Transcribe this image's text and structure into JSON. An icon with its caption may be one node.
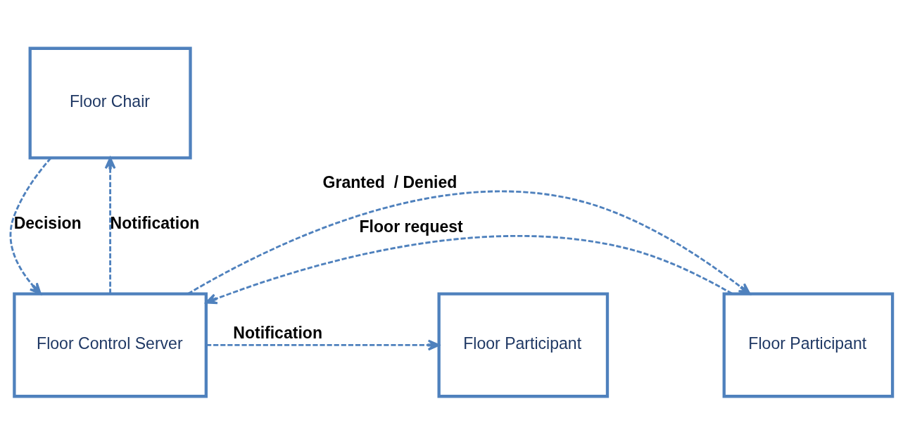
{
  "diagram": {
    "nodes": [
      {
        "text": [
          "Floor Chair"
        ]
      },
      {
        "text": [
          "Floor Participant"
        ]
      },
      {
        "text": [
          "Floor Control Server"
        ]
      },
      {
        "text": [
          "Floor Participant"
        ]
      }
    ],
    "edges": [
      {
        "from": 2,
        "to": 0,
        "arrow": "to",
        "style": "dashed",
        "label": "Notification"
      },
      {
        "from": 0,
        "to": 2,
        "arrow": "to",
        "style": "dashed",
        "label": "Decision"
      },
      {
        "from": 1,
        "to": 2,
        "arrow": "to",
        "style": "dashed",
        "label": "Floor request"
      },
      {
        "from": 2,
        "to": 1,
        "arrow": "to",
        "style": "dashed",
        "label": "Granted  / Denied"
      },
      {
        "from": 2,
        "to": 3,
        "arrow": "to",
        "style": "dashed",
        "label": "Notification"
      }
    ]
  }
}
